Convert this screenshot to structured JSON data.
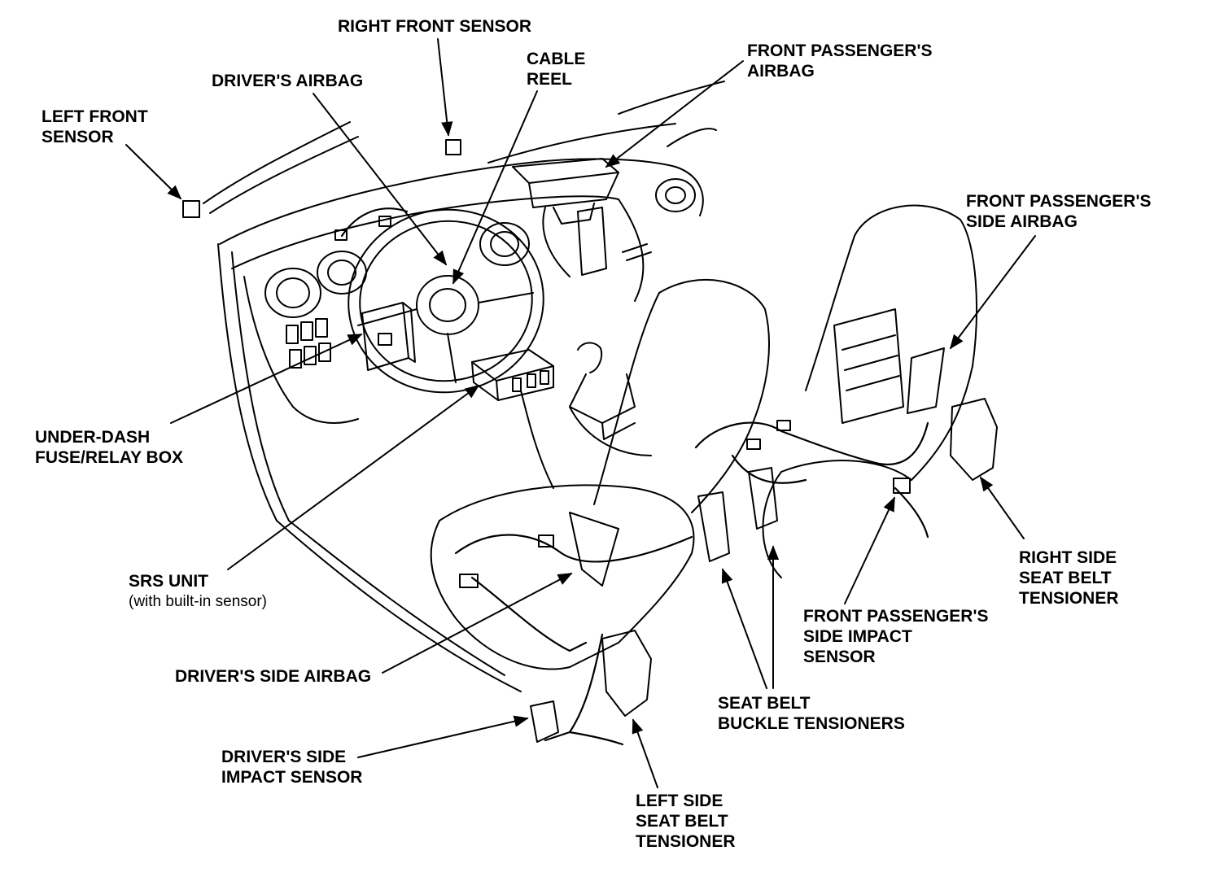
{
  "colors": {
    "ink": "#000000",
    "paper": "#ffffff"
  },
  "labels": {
    "right_front_sensor": [
      "RIGHT FRONT SENSOR"
    ],
    "drivers_airbag": [
      "DRIVER'S AIRBAG"
    ],
    "cable_reel": [
      "CABLE",
      "REEL"
    ],
    "front_passengers_airbag": [
      "FRONT PASSENGER'S",
      "AIRBAG"
    ],
    "left_front_sensor": [
      "LEFT FRONT",
      "SENSOR"
    ],
    "front_passengers_side_airbag": [
      "FRONT PASSENGER'S",
      "SIDE AIRBAG"
    ],
    "under_dash_fuse_relay_box": [
      "UNDER-DASH",
      "FUSE/RELAY BOX"
    ],
    "srs_unit": [
      "SRS UNIT",
      "(with built-in sensor)"
    ],
    "right_side_seat_belt_tensioner": [
      "RIGHT SIDE",
      "SEAT BELT",
      "TENSIONER"
    ],
    "front_passengers_side_impact_sensor": [
      "FRONT PASSENGER'S",
      "SIDE IMPACT",
      "SENSOR"
    ],
    "drivers_side_airbag": [
      "DRIVER'S SIDE AIRBAG"
    ],
    "seat_belt_buckle_tensioners": [
      "SEAT BELT",
      "BUCKLE TENSIONERS"
    ],
    "drivers_side_impact_sensor": [
      "DRIVER'S SIDE",
      "IMPACT SENSOR"
    ],
    "left_side_seat_belt_tensioner": [
      "LEFT SIDE",
      "SEAT BELT",
      "TENSIONER"
    ]
  }
}
